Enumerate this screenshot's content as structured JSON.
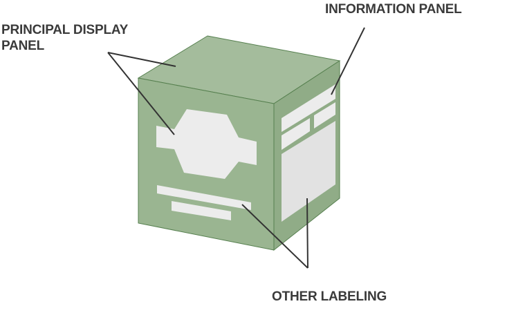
{
  "labels": {
    "principal_line1": "PRINCIPAL DISPLAY",
    "principal_line2": "PANEL",
    "information": "INFORMATION PANEL",
    "other": "OTHER LABELING"
  },
  "colors": {
    "top_face": "#a4bc9c",
    "front_face": "#9ab591",
    "side_face": "#90ac87",
    "edge": "#557f4e",
    "panel": "#ececec",
    "leader": "#333333"
  }
}
